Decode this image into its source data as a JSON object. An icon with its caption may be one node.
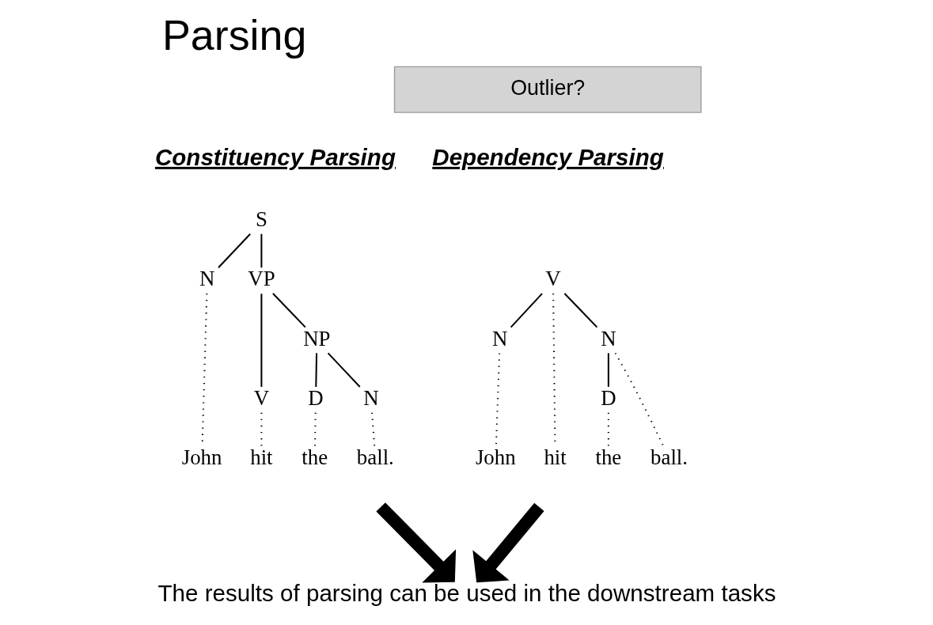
{
  "diagram": {
    "title": "Parsing",
    "nodes": [
      {
        "text": [
          "Outlier?"
        ]
      },
      {
        "text": [
          "Constituency Parsing"
        ]
      },
      {
        "text": [
          "S"
        ]
      },
      {
        "text": [
          "N"
        ]
      },
      {
        "text": [
          "VP"
        ]
      },
      {
        "text": [
          "V"
        ]
      },
      {
        "text": [
          "NP"
        ]
      },
      {
        "text": [
          "D"
        ]
      },
      {
        "text": [
          "N"
        ]
      },
      {
        "text": [
          "John"
        ]
      },
      {
        "text": [
          "hit"
        ]
      },
      {
        "text": [
          "the"
        ]
      },
      {
        "text": [
          "ball."
        ]
      },
      {
        "text": [
          "Dependency Parsing"
        ]
      },
      {
        "text": [
          "V"
        ]
      },
      {
        "text": [
          "N"
        ]
      },
      {
        "text": [
          "N"
        ]
      },
      {
        "text": [
          "D"
        ]
      },
      {
        "text": [
          "John"
        ]
      },
      {
        "text": [
          "hit"
        ]
      },
      {
        "text": [
          "the"
        ]
      },
      {
        "text": [
          "ball."
        ]
      },
      {
        "text": [
          "The results of parsing can be used in the downstream tasks"
        ]
      }
    ],
    "edges": [
      {
        "from": 2,
        "to": 3,
        "arrow": "none"
      },
      {
        "from": 2,
        "to": 4,
        "arrow": "none"
      },
      {
        "from": 4,
        "to": 5,
        "arrow": "none"
      },
      {
        "from": 4,
        "to": 6,
        "arrow": "none"
      },
      {
        "from": 6,
        "to": 7,
        "arrow": "none"
      },
      {
        "from": 6,
        "to": 8,
        "arrow": "none"
      },
      {
        "from": 3,
        "to": 9,
        "arrow": "none",
        "style": "dashed"
      },
      {
        "from": 5,
        "to": 10,
        "arrow": "none",
        "style": "dashed"
      },
      {
        "from": 7,
        "to": 11,
        "arrow": "none",
        "style": "dashed"
      },
      {
        "from": 8,
        "to": 12,
        "arrow": "none",
        "style": "dashed"
      },
      {
        "from": 14,
        "to": 15,
        "arrow": "none"
      },
      {
        "from": 14,
        "to": 19,
        "arrow": "none",
        "style": "dashed"
      },
      {
        "from": 14,
        "to": 16,
        "arrow": "none"
      },
      {
        "from": 15,
        "to": 18,
        "arrow": "none",
        "style": "dashed"
      },
      {
        "from": 16,
        "to": 17,
        "arrow": "none"
      },
      {
        "from": 16,
        "to": 21,
        "arrow": "none",
        "style": "dashed"
      },
      {
        "from": 17,
        "to": 20,
        "arrow": "none",
        "style": "dashed"
      },
      {
        "from": null,
        "to": 22,
        "arrow": "to",
        "style": "thick"
      },
      {
        "from": null,
        "to": 22,
        "arrow": "to",
        "style": "thick"
      }
    ]
  }
}
